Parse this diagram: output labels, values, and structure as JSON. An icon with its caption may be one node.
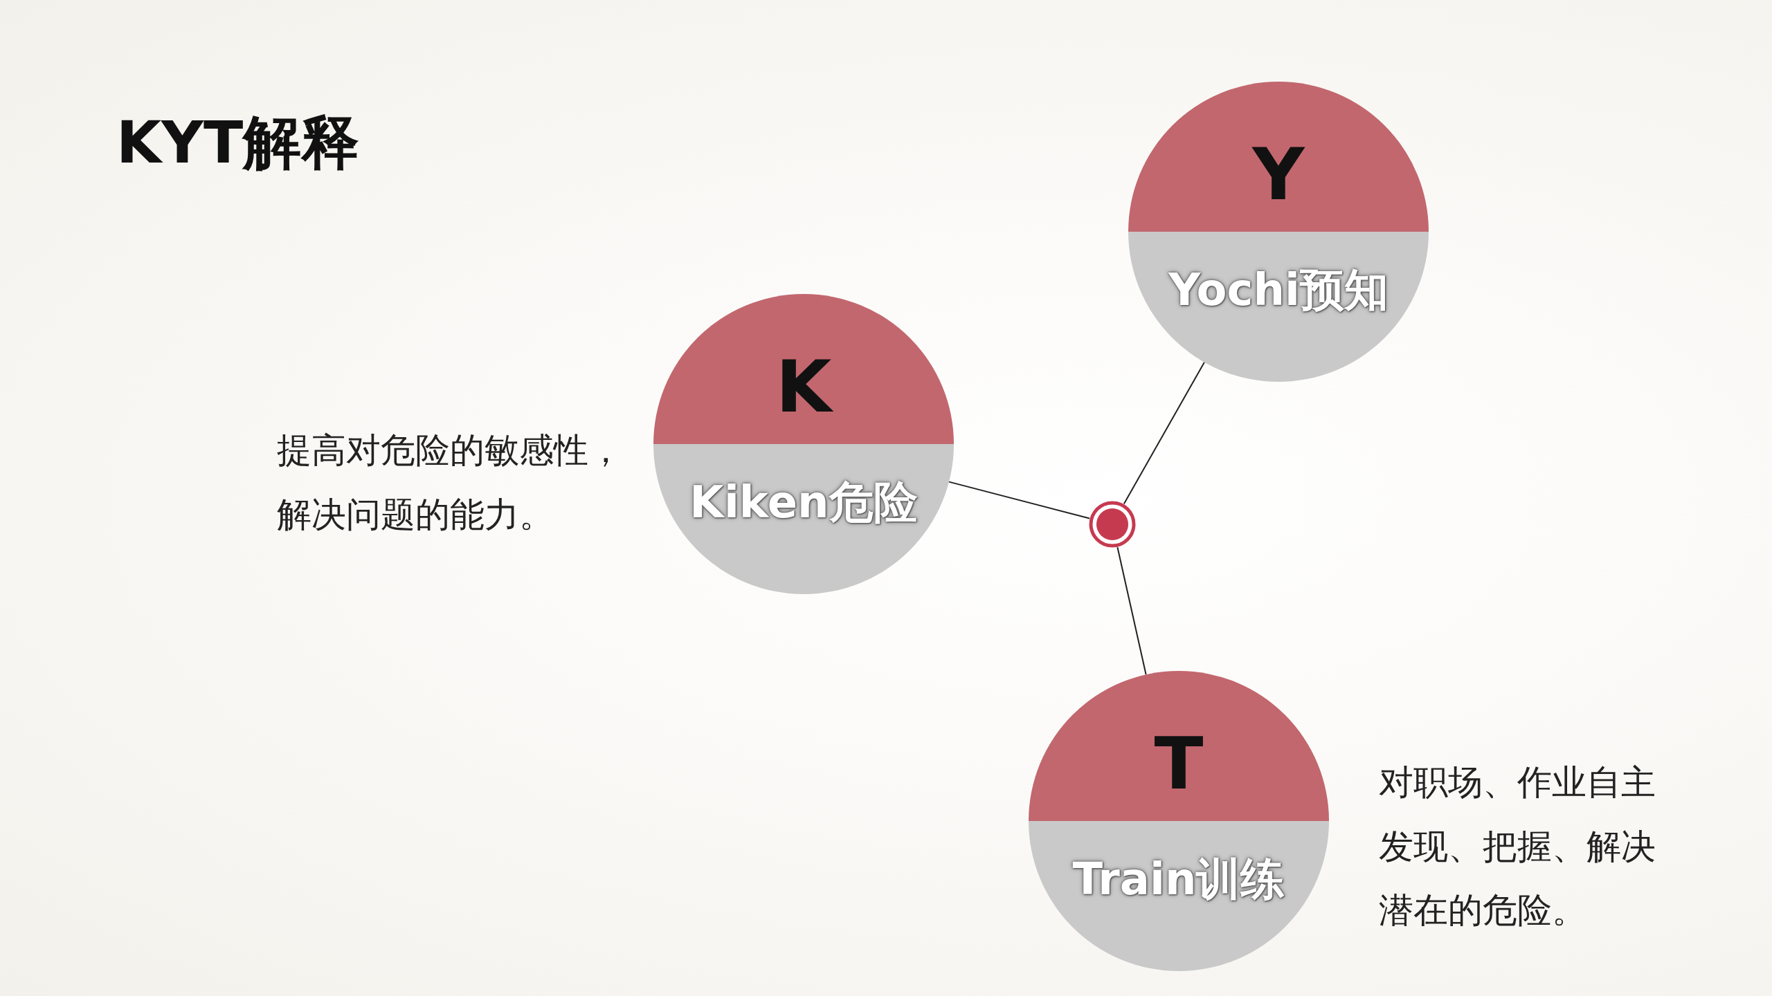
{
  "diagram": {
    "title": "KYT解释",
    "nodes": [
      {
        "text": [
          "Y",
          "Yochi预知"
        ]
      },
      {
        "text": [
          "K",
          "Kiken危险"
        ],
        "beside": [
          "提高对危险的敏感性，解决问题的能力。"
        ]
      },
      {
        "text": [],
        "shape": "circle"
      },
      {
        "text": [
          "T",
          "Train训练"
        ],
        "beside": [
          "对职场、作业自主发现、把握、解决潜在的危险。"
        ]
      }
    ],
    "edges": [
      {
        "from": 2,
        "to": 0,
        "arrow": "none"
      },
      {
        "from": 2,
        "to": 1,
        "arrow": "none"
      },
      {
        "from": 2,
        "to": 3,
        "arrow": "none"
      }
    ]
  }
}
